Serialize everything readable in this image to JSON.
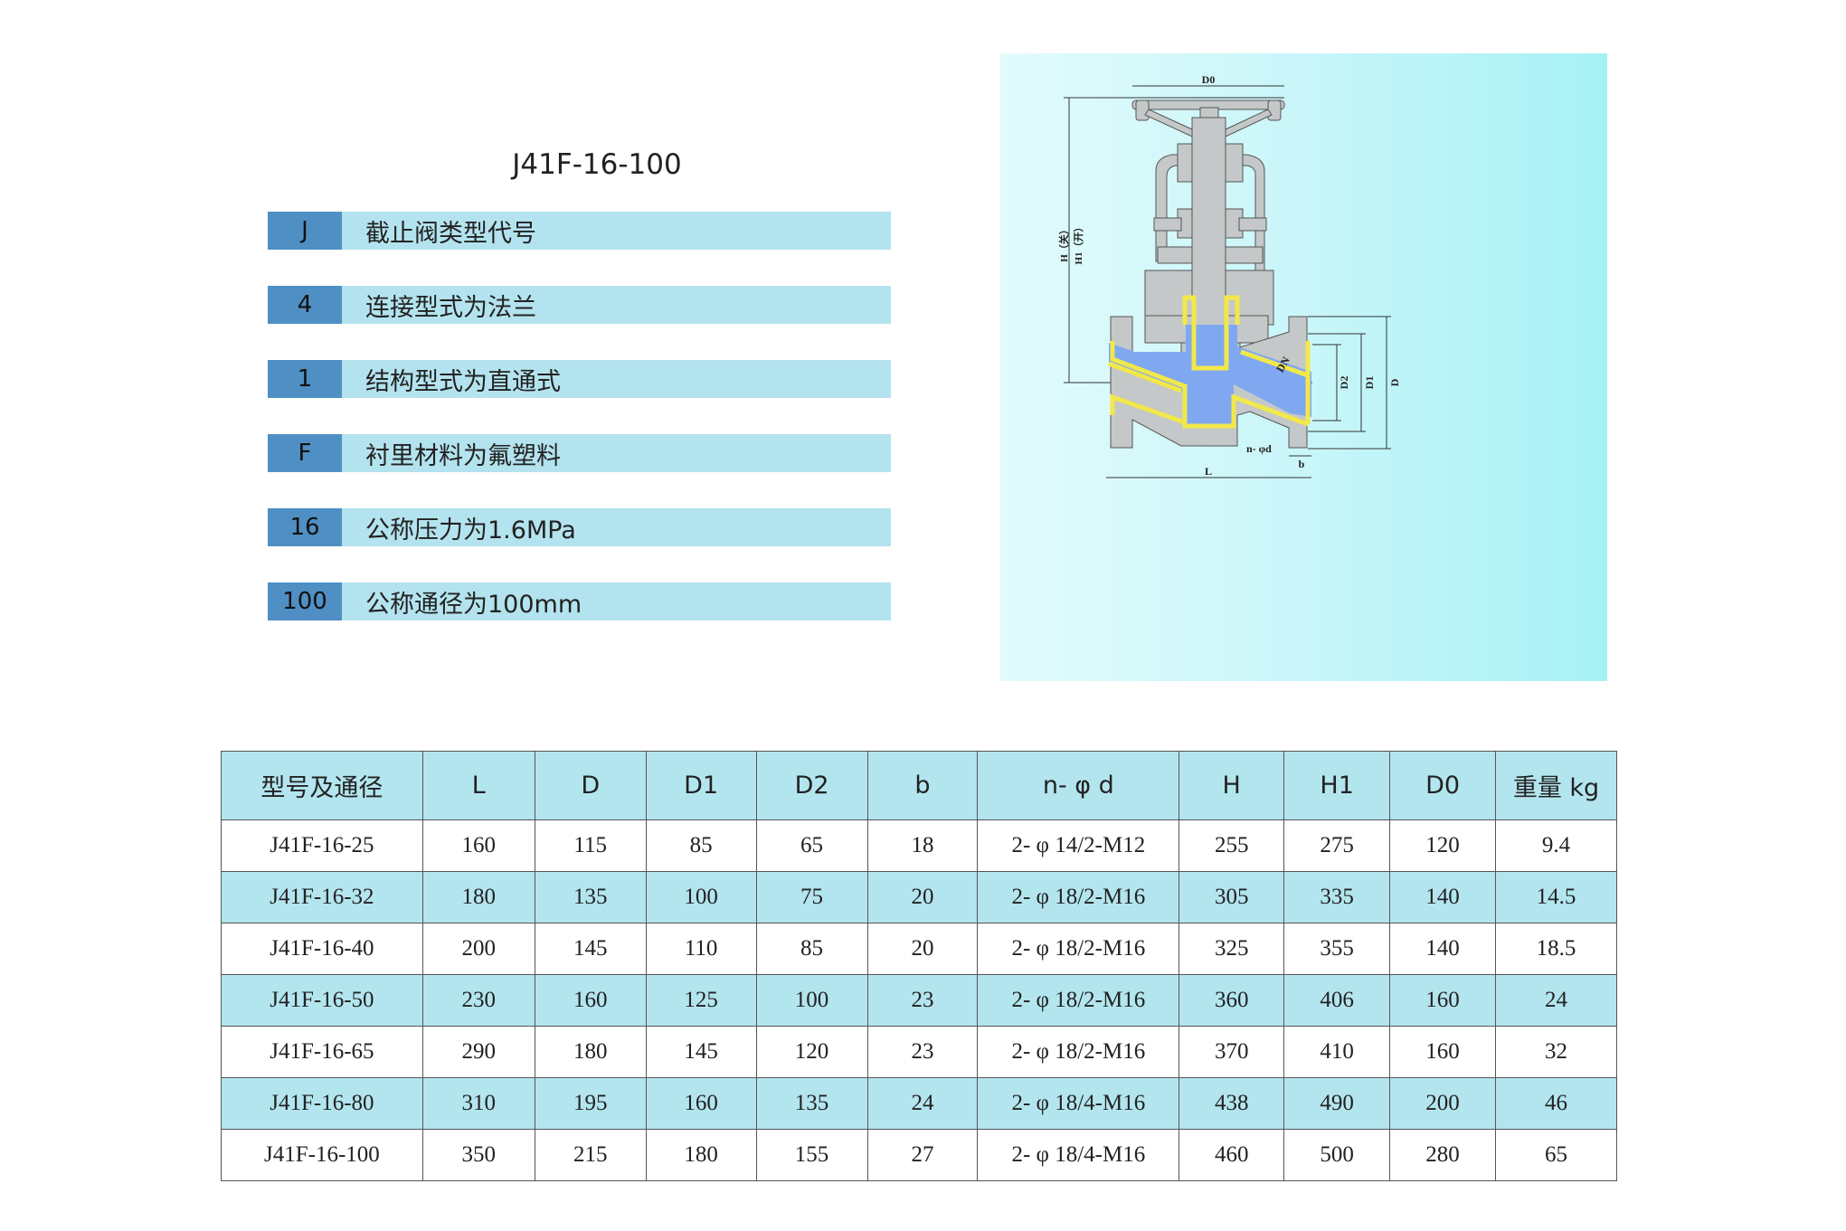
{
  "title": "J41F-16-100",
  "legend": [
    {
      "code": "J",
      "text": "截止阀类型代号"
    },
    {
      "code": "4",
      "text": "连接型式为法兰"
    },
    {
      "code": "1",
      "text": "结构型式为直通式"
    },
    {
      "code": "F",
      "text": "衬里材料为氟塑料"
    },
    {
      "code": "16",
      "text": "公称压力为1.6MPa"
    },
    {
      "code": "100",
      "text": "公称通径为100mm"
    }
  ],
  "diagram": {
    "labels": {
      "d0": "D0",
      "h": "H（关）",
      "h1": "H1（开）",
      "d": "D",
      "d1": "D1",
      "d2": "D2",
      "l": "L",
      "b": "b",
      "nphid": "n- φd",
      "dn": "DN"
    },
    "colors": {
      "body": "#c4c8c8",
      "lining": "#f2e84a",
      "fluid": "#7fa8f0"
    }
  },
  "table": {
    "headers": [
      "型号及通径",
      "L",
      "D",
      "D1",
      "D2",
      "b",
      "n- φ d",
      "H",
      "H1",
      "D0",
      "重量 kg"
    ],
    "rows": [
      [
        "J41F-16-25",
        "160",
        "115",
        "85",
        "65",
        "18",
        "2- φ 14/2-M12",
        "255",
        "275",
        "120",
        "9.4"
      ],
      [
        "J41F-16-32",
        "180",
        "135",
        "100",
        "75",
        "20",
        "2- φ 18/2-M16",
        "305",
        "335",
        "140",
        "14.5"
      ],
      [
        "J41F-16-40",
        "200",
        "145",
        "110",
        "85",
        "20",
        "2- φ 18/2-M16",
        "325",
        "355",
        "140",
        "18.5"
      ],
      [
        "J41F-16-50",
        "230",
        "160",
        "125",
        "100",
        "23",
        "2- φ 18/2-M16",
        "360",
        "406",
        "160",
        "24"
      ],
      [
        "J41F-16-65",
        "290",
        "180",
        "145",
        "120",
        "23",
        "2- φ 18/2-M16",
        "370",
        "410",
        "160",
        "32"
      ],
      [
        "J41F-16-80",
        "310",
        "195",
        "160",
        "135",
        "24",
        "2- φ 18/4-M16",
        "438",
        "490",
        "200",
        "46"
      ],
      [
        "J41F-16-100",
        "350",
        "215",
        "180",
        "155",
        "27",
        "2- φ 18/4-M16",
        "460",
        "500",
        "280",
        "65"
      ]
    ]
  }
}
